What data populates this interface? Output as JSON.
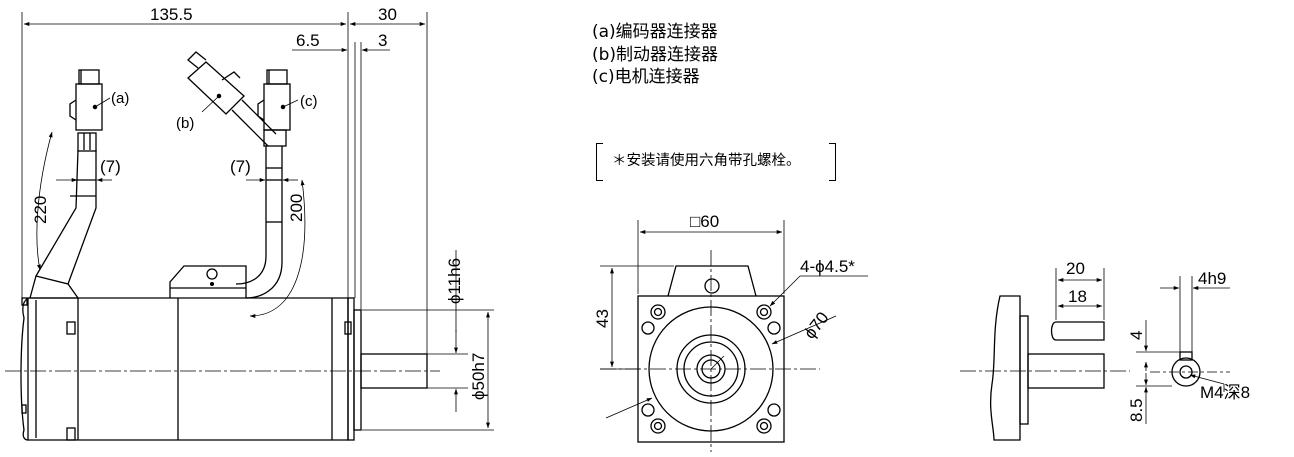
{
  "legend": {
    "a": "(a)编码器连接器",
    "b": "(b)制动器连接器",
    "c": "(c)电机连接器"
  },
  "note": "＊安装请使用六角带孔螺栓。",
  "side_view": {
    "dim_total_length": "135.5",
    "dim_shaft_length": "30",
    "dim_flange": "6.5",
    "dim_spigot": "3",
    "label_a": "(a)",
    "label_b": "(b)",
    "label_c": "(c)",
    "dim_cable_a": "(7)",
    "dim_cable_c": "(7)",
    "dim_bend_a": "220",
    "dim_bend_c": "200",
    "dim_shaft_dia": "ϕ11h6",
    "dim_spigot_dia": "ϕ50h7"
  },
  "front_view": {
    "dim_square": "□60",
    "dim_height": "43",
    "dim_holes": "4-ϕ4.5*",
    "dim_pcd": "ϕ70"
  },
  "shaft_detail": {
    "dim_20": "20",
    "dim_18": "18",
    "dim_4h9": "4h9",
    "dim_4": "4",
    "dim_8_5": "8.5",
    "dim_tap": "M4深8"
  }
}
